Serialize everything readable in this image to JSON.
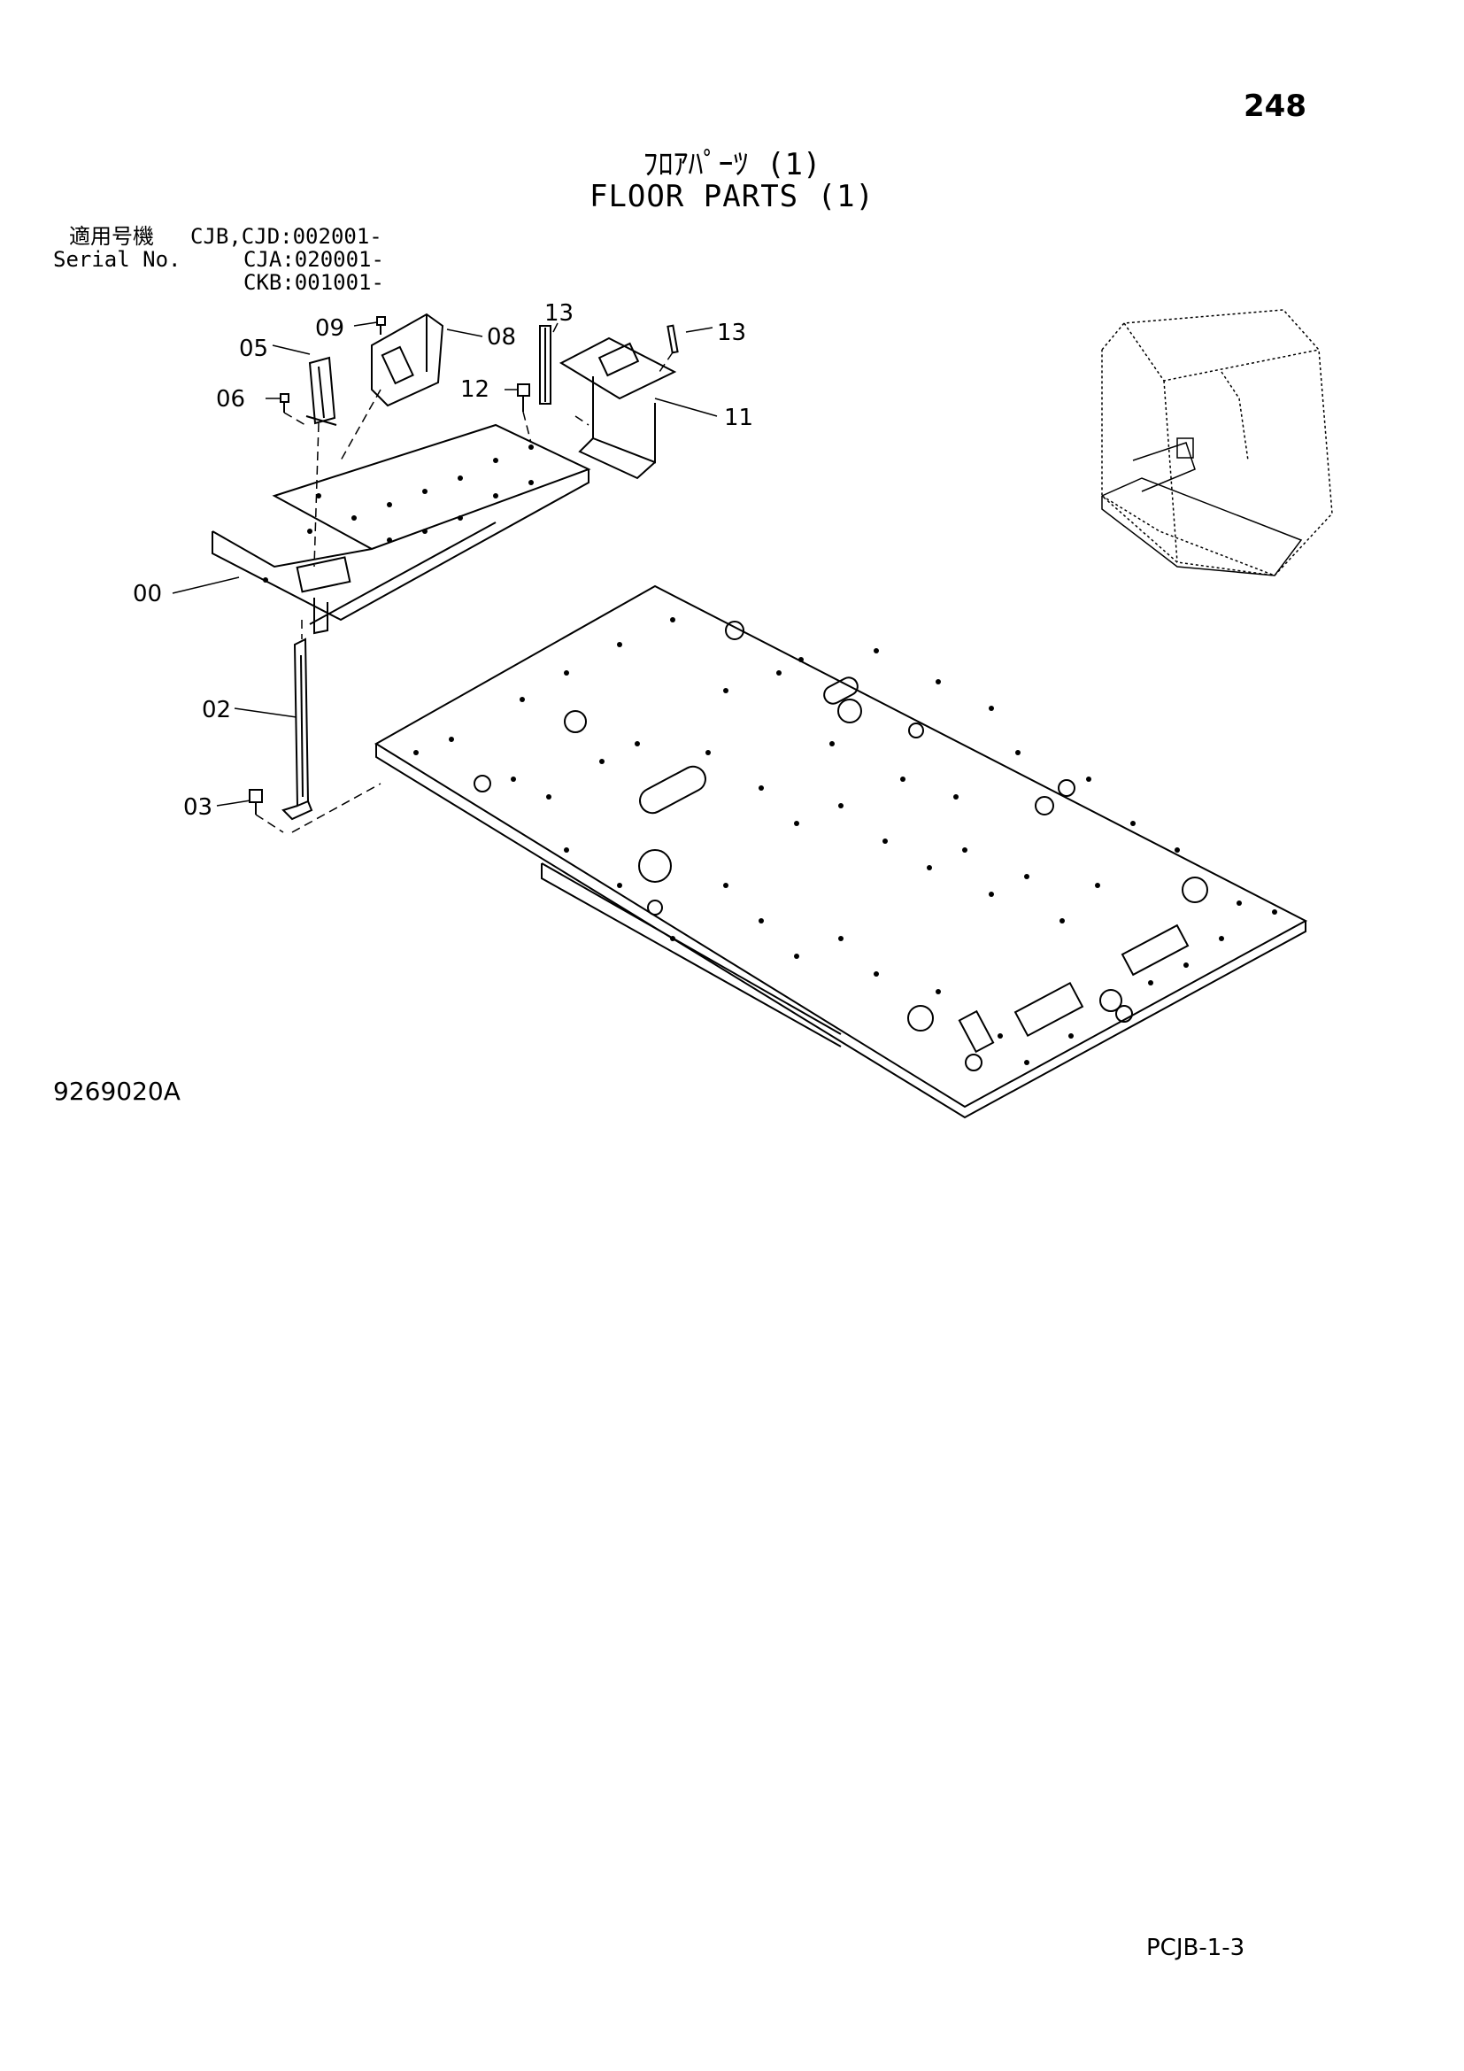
{
  "page_number": "248",
  "title": {
    "japanese": "ﾌﾛｱﾊﾟｰﾂ (1)",
    "english": "FLOOR PARTS (1)"
  },
  "serial": {
    "label_japanese": "適用号機",
    "label_english": "Serial No.",
    "values": [
      "CJB,CJD:002001-",
      "CJA:020001-",
      "CKB:001001-"
    ]
  },
  "callouts": {
    "c09": "09",
    "c08": "08",
    "c13a": "13",
    "c13b": "13",
    "c05": "05",
    "c06": "06",
    "c12": "12",
    "c11": "11",
    "c00": "00",
    "c02": "02",
    "c03": "03"
  },
  "drawing_code": "9269020A",
  "sheet_code": "PCJB-1-3"
}
